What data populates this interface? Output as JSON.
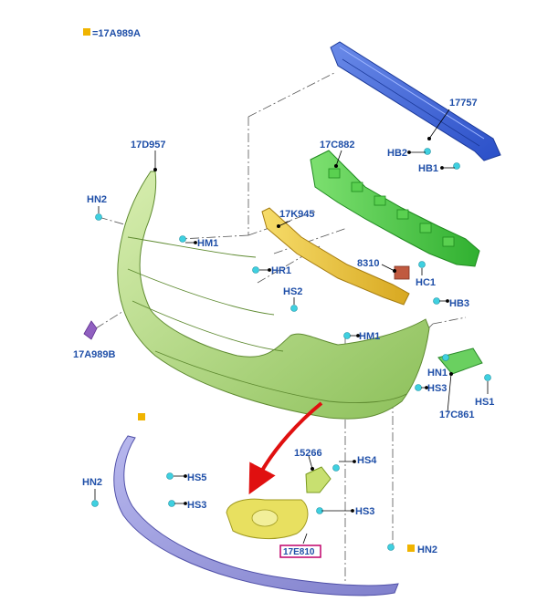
{
  "legend": {
    "marker_color": "#f0b400",
    "text": "=17A989A"
  },
  "colors": {
    "label": "#1f4fa8",
    "arrow": "#e01010",
    "highlight": "#c0006a"
  },
  "parts": {
    "reinforcement": "17757",
    "hb2": "HB2",
    "hb1": "HB1",
    "absorber": "17C882",
    "bumper_cover": "17D957",
    "hn2_left": "HN2",
    "hm1_top": "HM1",
    "strip": "17K945",
    "hr1": "HR1",
    "hs2": "HS2",
    "p8310": "8310",
    "hc1": "HC1",
    "hb3": "HB3",
    "hm1_mid": "HM1",
    "p17a989b": "17A989B",
    "hn1": "HN1",
    "hs3_right": "HS3",
    "hs1": "HS1",
    "bracket": "17C861",
    "p15266": "15266",
    "hs4": "HS4",
    "hn2_lower_left": "HN2",
    "hs5": "HS5",
    "hs3_lower_left": "HS3",
    "hs3_lower_mid": "HS3",
    "grille": "17E810",
    "hn2_lower_right": "HN2"
  }
}
